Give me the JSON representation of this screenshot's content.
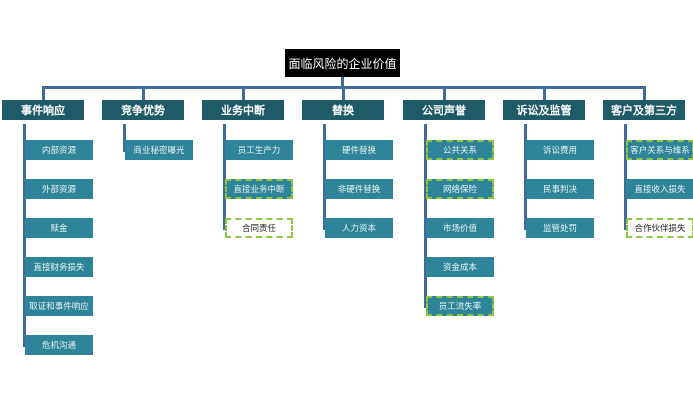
{
  "root": {
    "label": "面临风险的企业价值"
  },
  "colors": {
    "root_bg": "#000000",
    "category_bg": "#1f5a68",
    "leaf_bg": "#2e8498",
    "connector": "#41699a",
    "highlight_border": "#8cc63f"
  },
  "categories": [
    {
      "label": "事件响应",
      "items": [
        {
          "label": "内部资源",
          "style": "normal"
        },
        {
          "label": "外部资源",
          "style": "normal"
        },
        {
          "label": "赎金",
          "style": "normal"
        },
        {
          "label": "直接财务损失",
          "style": "normal"
        },
        {
          "label": "取证和事件响应",
          "style": "normal"
        },
        {
          "label": "危机沟通",
          "style": "normal"
        }
      ]
    },
    {
      "label": "竞争优势",
      "items": [
        {
          "label": "商业秘密曝光",
          "style": "normal"
        }
      ]
    },
    {
      "label": "业务中断",
      "items": [
        {
          "label": "员工生产力",
          "style": "normal"
        },
        {
          "label": "直接业务中断",
          "style": "highlighted"
        },
        {
          "label": "合同责任",
          "style": "outlined"
        }
      ]
    },
    {
      "label": "替换",
      "items": [
        {
          "label": "硬件替换",
          "style": "normal"
        },
        {
          "label": "非硬件替换",
          "style": "normal"
        },
        {
          "label": "人力资本",
          "style": "normal"
        }
      ]
    },
    {
      "label": "公司声誉",
      "items": [
        {
          "label": "公共关系",
          "style": "highlighted"
        },
        {
          "label": "网络保险",
          "style": "highlighted"
        },
        {
          "label": "市场价值",
          "style": "normal"
        },
        {
          "label": "资金成本",
          "style": "normal"
        },
        {
          "label": "员工流失率",
          "style": "highlighted"
        }
      ]
    },
    {
      "label": "诉讼及监管",
      "items": [
        {
          "label": "诉讼费用",
          "style": "normal"
        },
        {
          "label": "民事判决",
          "style": "normal"
        },
        {
          "label": "监管处罚",
          "style": "normal"
        }
      ]
    },
    {
      "label": "客户及第三方",
      "items": [
        {
          "label": "客户关系与维系",
          "style": "highlighted"
        },
        {
          "label": "直接收入损失",
          "style": "normal"
        },
        {
          "label": "合作伙伴损失",
          "style": "outlined"
        }
      ]
    }
  ]
}
